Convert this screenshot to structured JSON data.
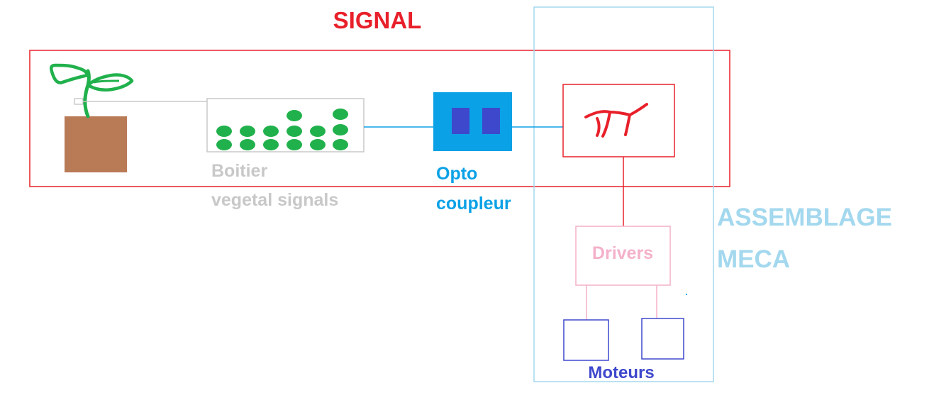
{
  "title": "SIGNAL",
  "labels": {
    "boitier_line1": "Boitier",
    "boitier_line2": "vegetal signals",
    "opto_line1": "Opto",
    "opto_line2": "coupleur",
    "assemblage_line1": "ASSEMBLAGE",
    "assemblage_line2": "MECA",
    "drivers": "Drivers",
    "moteurs": "Moteurs"
  },
  "colors": {
    "signal": "#e8202a",
    "assemblage": "#a3d8ee",
    "boitier": "#c8c8c8",
    "opto": "#0ba1e6",
    "opto_inner": "#3e48cc",
    "drivers": "#f4b1c9",
    "moteurs": "#3e48cc",
    "plant_green": "#21b14c",
    "pot": "#b97a56"
  },
  "icons": {
    "plant": "plant-icon",
    "electrode_dots": "electrode-dots-icon",
    "signal_trace": "signal-trace-icon"
  }
}
